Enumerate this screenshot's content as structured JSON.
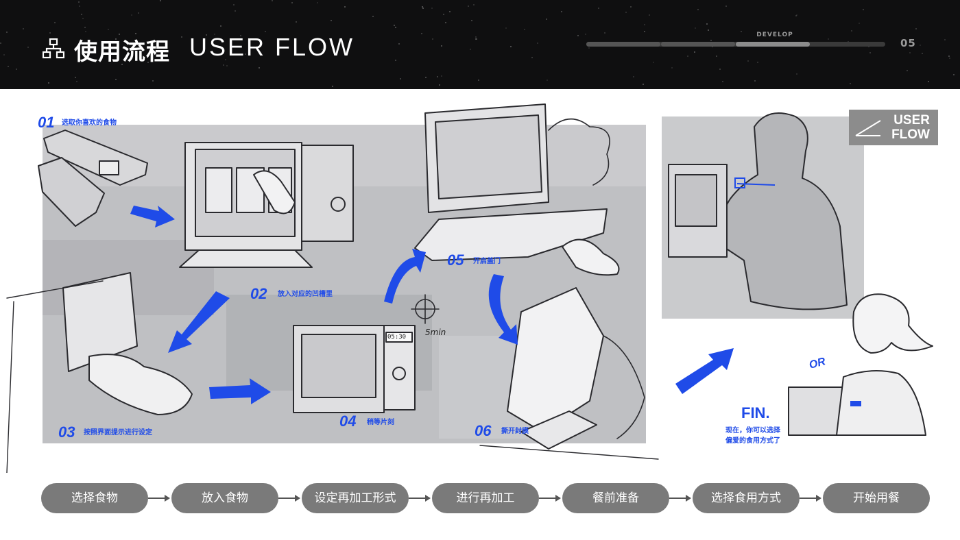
{
  "header": {
    "title_cn": "使用流程",
    "title_en": "USER FLOW",
    "progress_label": "DEVELOP",
    "progress_fraction": 0.63,
    "page_number": "05",
    "icon": "flowchart-icon"
  },
  "badge": {
    "line1": "USER",
    "line2": "FLOW"
  },
  "steps": [
    {
      "num": "01",
      "label": "选取你喜欢的食物"
    },
    {
      "num": "02",
      "label": "放入对应的凹槽里"
    },
    {
      "num": "03",
      "label": "按照界面提示进行设定"
    },
    {
      "num": "04",
      "label": "稍等片刻"
    },
    {
      "num": "05",
      "label": "开启盖门"
    },
    {
      "num": "06",
      "label": "撕开封膜"
    }
  ],
  "screen_texts": {
    "timer": "05:30",
    "sketch_note": "5min"
  },
  "fin": {
    "title": "FIN.",
    "text_line1": "现在，你可以选择",
    "text_line2": "偏爱的食用方式了",
    "or": "OR"
  },
  "flow": [
    "选择食物",
    "放入食物",
    "设定再加工形式",
    "进行再加工",
    "餐前准备",
    "选择食用方式",
    "开始用餐"
  ],
  "colors": {
    "accent": "#1f4be8",
    "pill": "#7a7a7a",
    "header_bg": "#0f0f10"
  }
}
